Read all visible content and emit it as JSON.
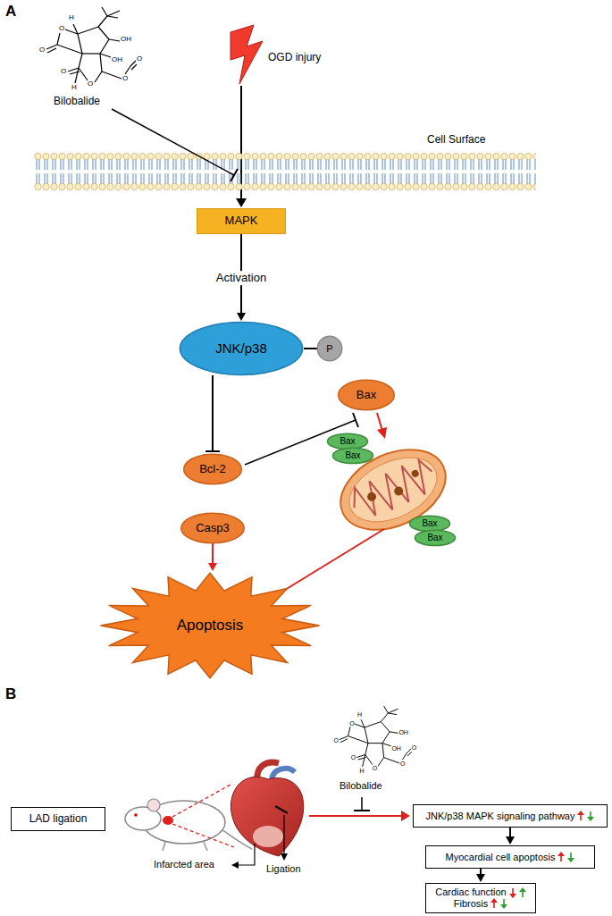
{
  "diagram": {
    "nodes": [
      {
        "text": [
          "MAPK"
        ]
      },
      {
        "text": [
          "JNK/p38"
        ]
      },
      {
        "text": [
          "P"
        ]
      },
      {
        "text": [
          "Bax"
        ]
      },
      {
        "text": [
          "Bcl-2"
        ]
      },
      {
        "text": [
          "Bax"
        ]
      },
      {
        "text": [
          "Bax"
        ]
      },
      {
        "text": [
          "Casp3"
        ]
      },
      {
        "text": [
          "Bax"
        ]
      },
      {
        "text": [
          "Bax"
        ]
      },
      {
        "text": [
          "Apoptosis"
        ]
      },
      {
        "text": [
          "LAD ligation"
        ]
      },
      {
        "text": [
          "JNK/p38 MAPK signaling pathway"
        ]
      },
      {
        "text": [
          "Myocardial cell apoptosis"
        ]
      },
      {
        "text": [
          "Cardiac function",
          "Fibrosis"
        ]
      }
    ],
    "edges": [
      {
        "from": 0,
        "to": 1,
        "arrow": "to",
        "label": "Activation"
      },
      {
        "from": 1,
        "to": 2,
        "arrow": "none"
      },
      {
        "from": 1,
        "to": 4,
        "arrow": "to"
      },
      {
        "from": 7,
        "to": 10,
        "arrow": "to"
      },
      {
        "from": 12,
        "to": 13,
        "arrow": "to"
      },
      {
        "from": 13,
        "to": 14,
        "arrow": "to"
      }
    ],
    "labels": [
      "A",
      "H",
      "OH",
      "O",
      "O",
      "O",
      "O",
      "OH",
      "O",
      "O",
      "H",
      "Bilobalide",
      "OGD injury",
      "Cell Surface",
      "B",
      "H",
      "OH",
      "O",
      "O",
      "O",
      "O",
      "OH",
      "O",
      "O",
      "H",
      "Bilobalide",
      "Infarcted area",
      "Ligation"
    ]
  }
}
